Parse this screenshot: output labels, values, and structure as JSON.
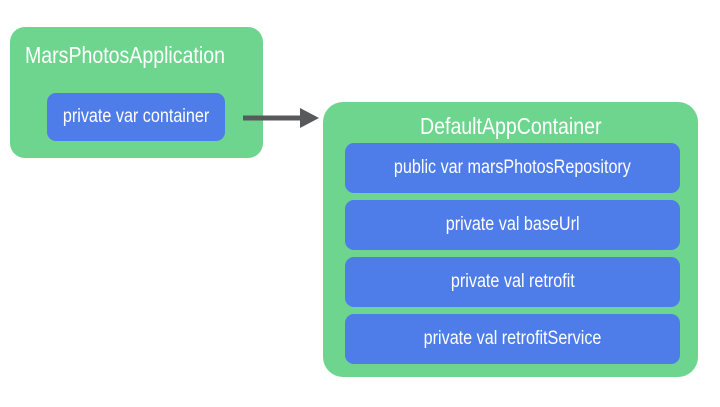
{
  "diagram": {
    "left_box": {
      "title": "MarsPhotosApplication",
      "fields": [
        {
          "label": "private var container"
        }
      ]
    },
    "arrow": {
      "direction": "right"
    },
    "right_box": {
      "title": "DefaultAppContainer",
      "fields": [
        {
          "label": "public var marsPhotosRepository"
        },
        {
          "label": "private val baseUrl"
        },
        {
          "label": "private val retrofit"
        },
        {
          "label": "private val retrofitService"
        }
      ]
    },
    "colors": {
      "container_green": "#6ed58e",
      "field_blue": "#4e7ce9",
      "arrow_gray": "#58595b",
      "text_white": "#ffffff"
    }
  }
}
